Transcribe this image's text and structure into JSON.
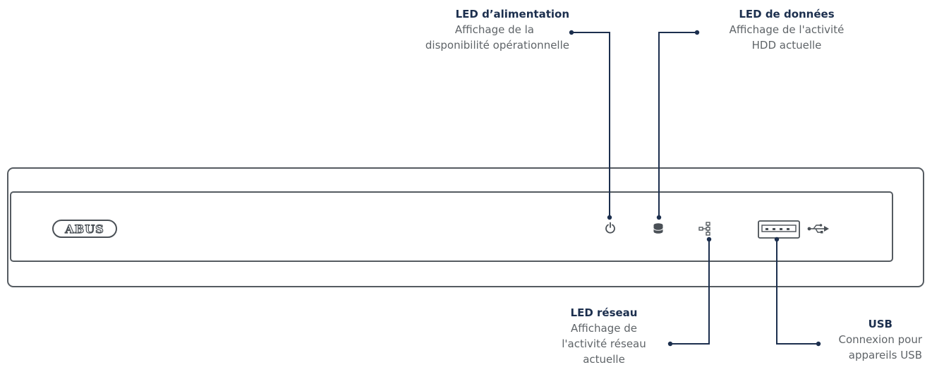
{
  "brand": {
    "logo_text": "ABUS"
  },
  "colors": {
    "title": "#1c2f4e",
    "description": "#5f6468",
    "leader_line": "#1c2f4e",
    "outline": "#555b61"
  },
  "callouts": {
    "power_led": {
      "title": "LED d’alimentation",
      "desc_lines": [
        "Affichage de la",
        "disponibilité opérationnelle"
      ],
      "icon": "power-icon"
    },
    "data_led": {
      "title": "LED de données",
      "desc_lines": [
        "Affichage de l'activité",
        "HDD actuelle"
      ],
      "icon": "hdd-icon"
    },
    "network_led": {
      "title": "LED réseau",
      "desc_lines": [
        "Affichage de",
        "l'activité réseau",
        "actuelle"
      ],
      "icon": "network-icon"
    },
    "usb": {
      "title": "USB",
      "desc_lines": [
        "Connexion pour",
        "appareils USB"
      ],
      "icon": "usb-port-icon"
    }
  }
}
